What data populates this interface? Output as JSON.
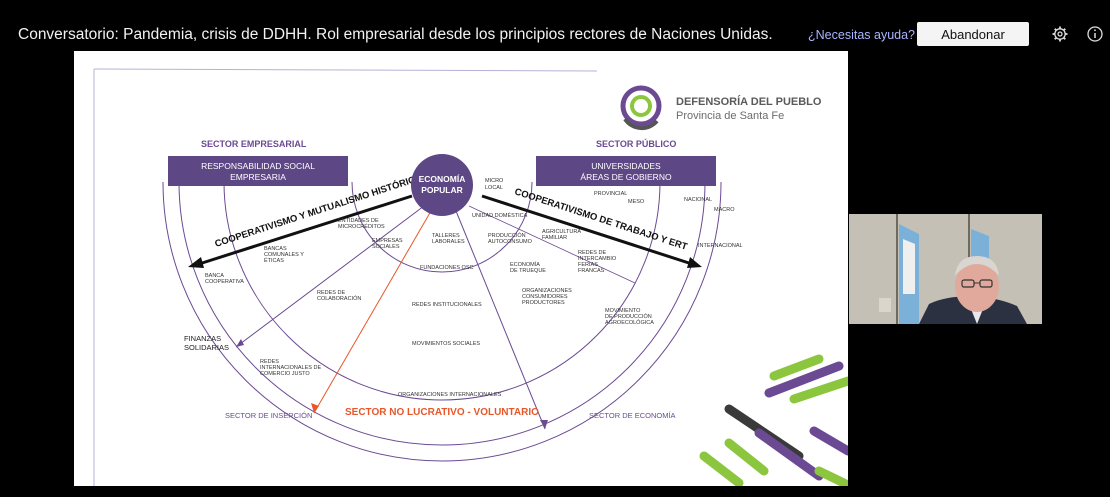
{
  "window": {
    "title": "Conversatorio: Pandemia, crisis de DDHH. Rol empresarial desde los principios rectores de Naciones Unidas.",
    "help_link": "¿Necesitas ayuda?",
    "leave_button": "Abandonar",
    "icons": [
      "gear-icon",
      "info-icon"
    ]
  },
  "slide": {
    "logo": {
      "title": "DEFENSORÍA DEL PUEBLO",
      "subtitle": "Provincia de Santa Fe"
    },
    "sectors": {
      "business": "SECTOR EMPRESARIAL",
      "public": "SECTOR PÚBLICO"
    },
    "boxes": {
      "csr": [
        "RESPONSABILIDAD SOCIAL",
        "EMPRESARIA"
      ],
      "universities": [
        "UNIVERSIDADES",
        "ÁREAS DE GOBIERNO"
      ]
    },
    "center": [
      "ECONOMÍA",
      "POPULAR"
    ],
    "arrows": {
      "left": "COOPERATIVISMO Y MUTUALISMO HISTÓRICO",
      "right": "COOPERATIVISMO DE TRABAJO Y ERT"
    },
    "labels": {
      "micro": [
        "MICRO",
        "LOCAL"
      ],
      "provincial": "PROVINCIAL",
      "meso": "MESO",
      "nacional": "NACIONAL",
      "macro": "MACRO",
      "internacional": "INTERNACIONAL",
      "unidad_domestica": "UNIDAD DOMÉSTICA",
      "entidades": [
        "ENTIDADES DE",
        "MICROCRÉDITOS"
      ],
      "empresas_sociales": [
        "EMPRESAS",
        "SOCIALES"
      ],
      "talleres": [
        "TALLERES",
        "LABORALES"
      ],
      "produccion": [
        "PRODUCCIÓN",
        "AUTOCONSUMO"
      ],
      "agricultura": [
        "AGRICULTURA",
        "FAMILIAR"
      ],
      "redes_intercambio": [
        "REDES DE",
        "INTERCAMBIO",
        "FERIAS",
        "FRANCAS"
      ],
      "bancas": [
        "BANCAS",
        "COMUNALES Y",
        "ÉTICAS"
      ],
      "fundaciones": "FUNDACIONES OSC",
      "economia_trueque": [
        "ECONOMÍA",
        "DE TRUEQUE"
      ],
      "banca_cooperativa": [
        "BANCA",
        "COOPERATIVA"
      ],
      "redes_colaboracion": [
        "REDES DE",
        "COLABORACIÓN"
      ],
      "organizaciones_consumidores": [
        "ORGANIZACIONES",
        "CONSUMIDORES",
        "PRODUCTORES"
      ],
      "redes_institucionales": "REDES INSTITUCIONALES",
      "movimiento_produccion": [
        "MOVIMIENTO",
        "DE PRODUCCIÓN",
        "AGROECOLÓGICA"
      ],
      "movimientos_sociales": "MOVIMIENTOS SOCIALES",
      "finanzas": [
        "FINANZAS",
        "SOLIDARIAS"
      ],
      "redes_internacionales": [
        "REDES",
        "INTERNACIONALES DE",
        "COMERCIO JUSTO"
      ],
      "organizaciones_internacionales": "ORGANIZACIONES INTERNACIONALES",
      "sector_insercion": "SECTOR DE INSERCIÓN",
      "sector_no_lucrativo": "SECTOR NO LUCRATIVO - VOLUNTARIO",
      "sector_economia": "SECTOR DE ECONOMÍA"
    },
    "colors": {
      "purple": "#6b4a93",
      "green": "#8cc63f",
      "dark": "#3a3a3a",
      "orange": "#e8572a"
    }
  },
  "video_tile": {
    "description_icons": [
      "person-video",
      "flag-icon"
    ]
  }
}
